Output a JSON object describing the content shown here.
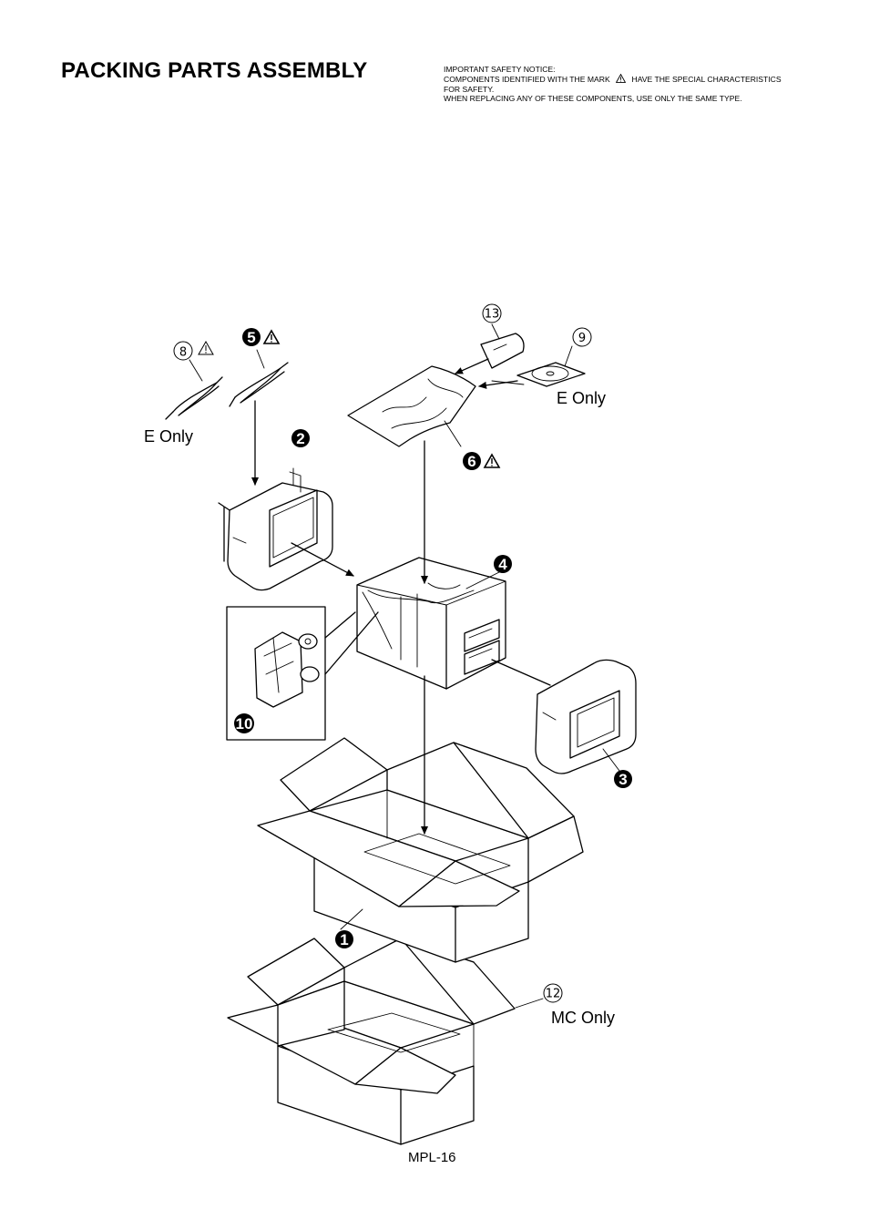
{
  "header": {
    "title": "PACKING PARTS ASSEMBLY",
    "notice": [
      "IMPORTANT SAFETY NOTICE:",
      "COMPONENTS IDENTIFIED WITH THE MARK",
      "HAVE THE SPECIAL CHARACTERISTICS",
      "FOR SAFETY.",
      "WHEN REPLACING ANY OF THESE COMPONENTS, USE ONLY THE SAME TYPE."
    ]
  },
  "parts": {
    "p1": "1",
    "p2": "2",
    "p3": "3",
    "p4": "4",
    "p5": "5",
    "p6": "6",
    "p8": "8",
    "p9": "9",
    "p10": "10",
    "p12": "12",
    "p13": "13"
  },
  "labels": {
    "e_only_left": "E Only",
    "e_only_right": "E Only",
    "mc_only": "MC Only"
  },
  "icons": {
    "safety_mark": "warning-triangle-icon"
  },
  "footer": {
    "page": "MPL-16"
  }
}
